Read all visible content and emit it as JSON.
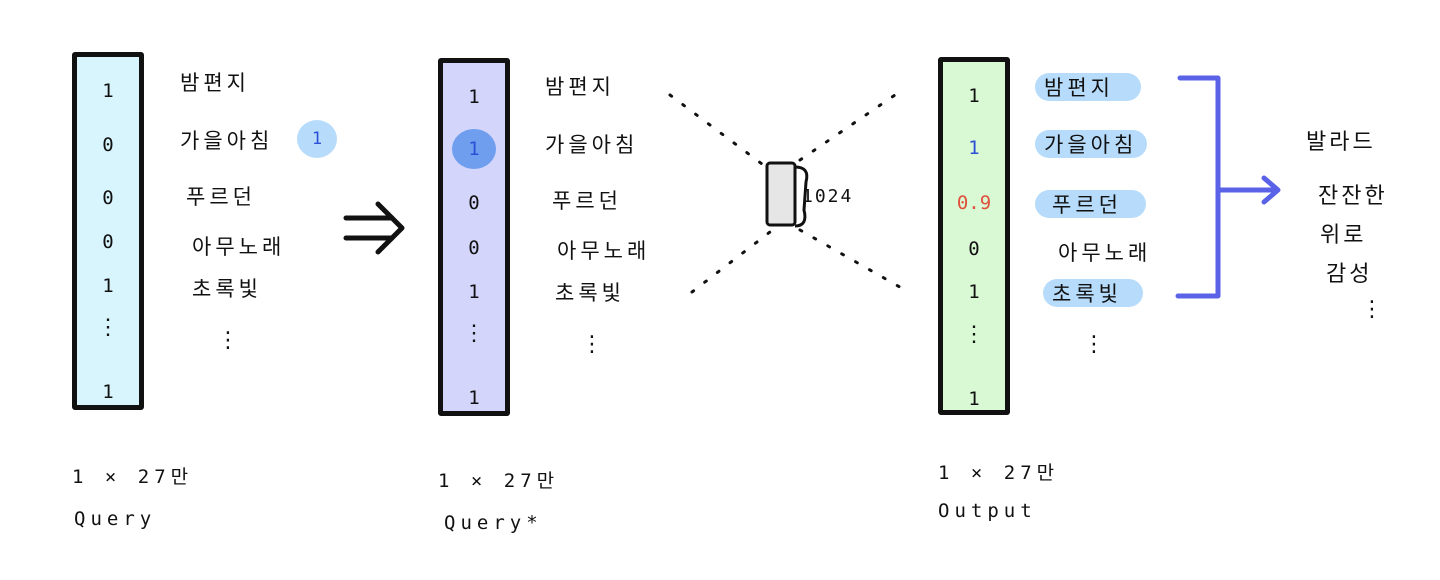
{
  "colors": {
    "query_fill": "#d8f4fc",
    "query_star_fill": "#d4d5fb",
    "output_fill": "#d9f8d4",
    "highlight_circle": "#6f9eef",
    "pill": "#b7dcfb",
    "arrow_blue": "#5a63e8",
    "value_blue": "#2c4fd6",
    "value_red": "#e0503c"
  },
  "query": {
    "values": [
      "1",
      "0",
      "0",
      "0",
      "1",
      "⋮",
      "1"
    ],
    "songs": [
      "밤편지",
      "가을아침",
      "푸르던",
      "아무노래",
      "초록빛",
      "⋮"
    ],
    "badge": "1",
    "dims": "1 × 27만",
    "name": "Query"
  },
  "transform_arrow": "⇒",
  "query_star": {
    "values": [
      "1",
      "1",
      "0",
      "0",
      "1",
      "⋮",
      "1"
    ],
    "songs": [
      "밤편지",
      "가을아침",
      "푸르던",
      "아무노래",
      "초록빛",
      "⋮"
    ],
    "dims": "1 × 27만",
    "name": "Query*"
  },
  "bottleneck": {
    "label": "1024"
  },
  "output": {
    "values": [
      "1",
      "1",
      "0.9",
      "0",
      "1",
      "⋮",
      "1"
    ],
    "songs": [
      "밤편지",
      "가을아침",
      "푸르던",
      "아무노래",
      "초록빛",
      "⋮"
    ],
    "dims": "1 × 27만",
    "name": "Output"
  },
  "genres": [
    "발라드",
    "잔잔한",
    "위로",
    "감성",
    "⋮"
  ]
}
